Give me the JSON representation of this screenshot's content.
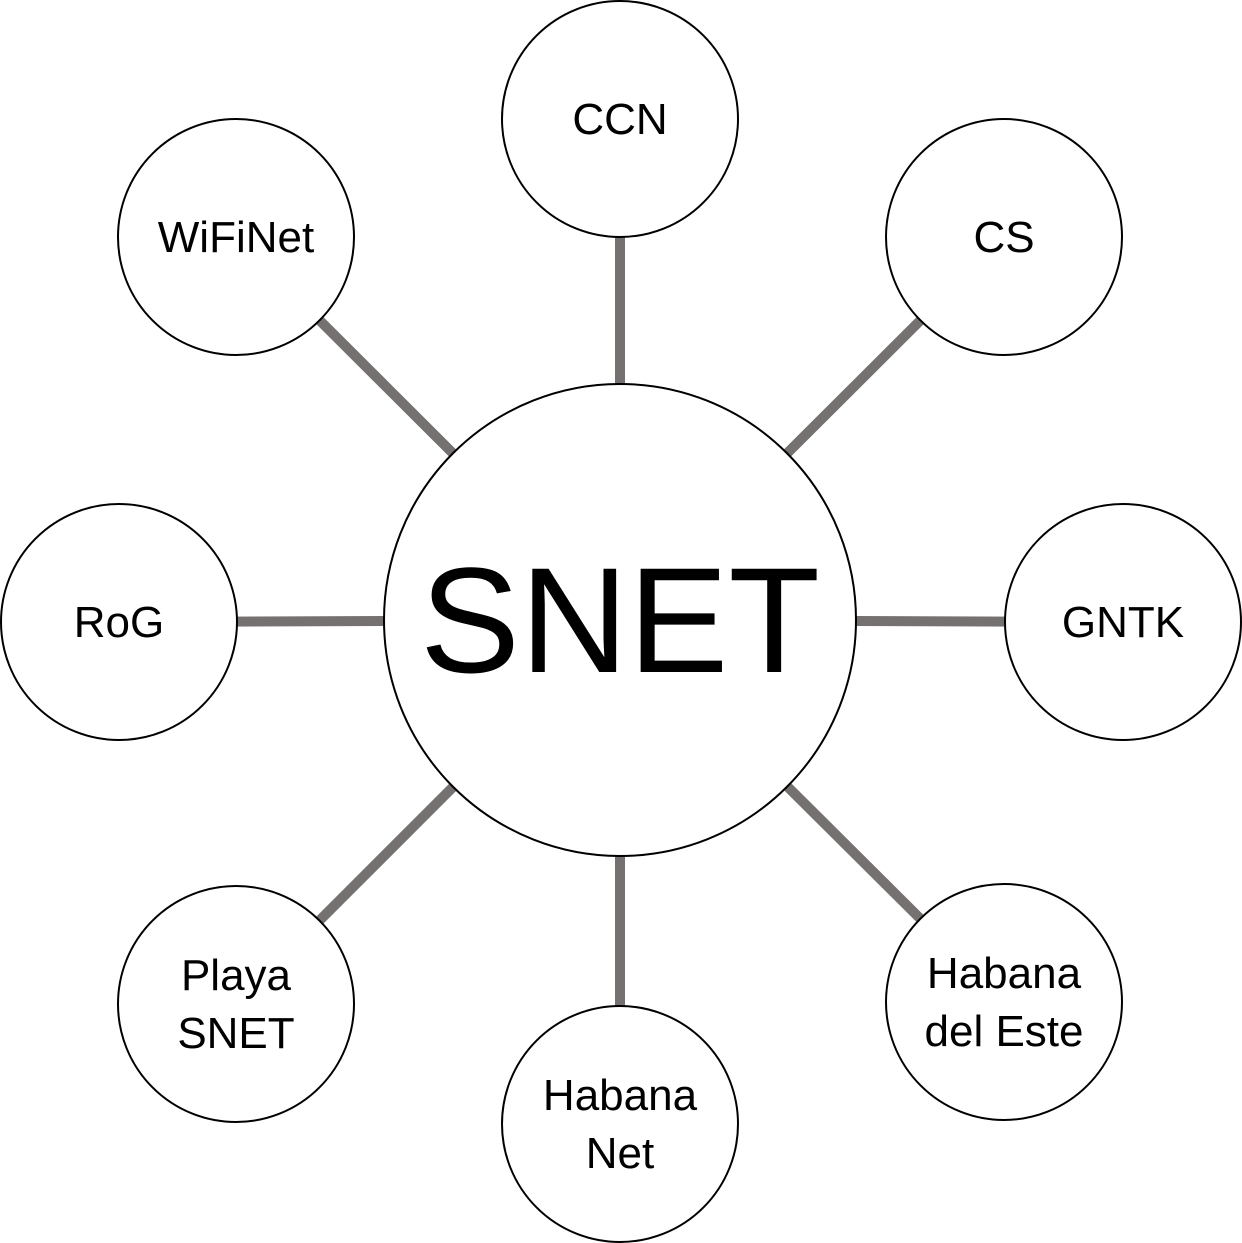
{
  "center": {
    "label": "SNET"
  },
  "nodes": [
    {
      "id": "ccn",
      "lines": [
        "CCN"
      ]
    },
    {
      "id": "cs",
      "lines": [
        "CS"
      ]
    },
    {
      "id": "gntk",
      "lines": [
        "GNTK"
      ]
    },
    {
      "id": "habana-del-este",
      "lines": [
        "Habana",
        "del Este"
      ]
    },
    {
      "id": "habana-net",
      "lines": [
        "Habana",
        "Net"
      ]
    },
    {
      "id": "playa-snet",
      "lines": [
        "Playa",
        "SNET"
      ]
    },
    {
      "id": "rog",
      "lines": [
        "RoG"
      ]
    },
    {
      "id": "wifinet",
      "lines": [
        "WiFiNet"
      ]
    }
  ],
  "colors": {
    "link": "#767171",
    "stroke": "#000000",
    "fill": "#ffffff"
  }
}
